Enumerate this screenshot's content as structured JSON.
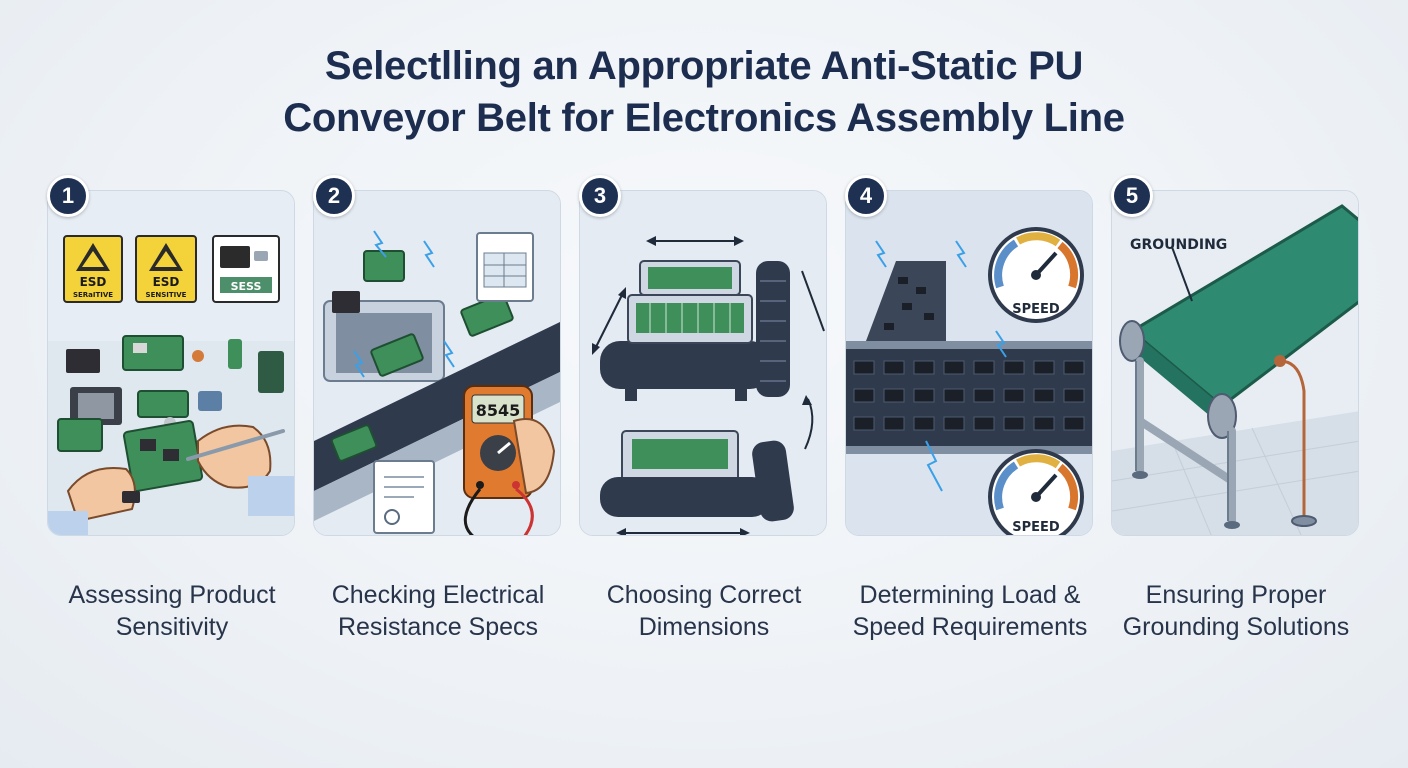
{
  "title": {
    "line1": "Selectlling an  Appropriate Anti-Static PU",
    "line2": "Conveyor Belt for Electronics Assembly Line"
  },
  "steps": [
    {
      "number": "1",
      "caption_line1": "Assessing Product",
      "caption_line2": "Sensitivity",
      "labels": {
        "esd1_top": "ESD",
        "esd1_bottom": "SERaITIVE",
        "esd2_top": "ESD",
        "esd2_bottom": "SENSITIVE",
        "sess": "SESS"
      }
    },
    {
      "number": "2",
      "caption_line1": "Checking Electrical",
      "caption_line2": "Resistance Specs",
      "labels": {
        "meter_reading": "8545"
      }
    },
    {
      "number": "3",
      "caption_line1": "Choosing Correct",
      "caption_line2": "Dimensions"
    },
    {
      "number": "4",
      "caption_line1": "Determining Load &",
      "caption_line2": "Speed Requirements",
      "labels": {
        "gauge_top": "SPEED",
        "gauge_bottom": "SPEED"
      }
    },
    {
      "number": "5",
      "caption_line1": "Ensuring Proper",
      "caption_line2": "Grounding Solutions",
      "labels": {
        "grounding": "GROUNDING"
      }
    }
  ],
  "colors": {
    "title": "#1c2d4f",
    "badge": "#1f3152",
    "pcb_green": "#3f8f5a",
    "belt_dark": "#2f3a4d",
    "belt_green": "#2f8a72",
    "warning_yellow": "#f3d23a"
  }
}
